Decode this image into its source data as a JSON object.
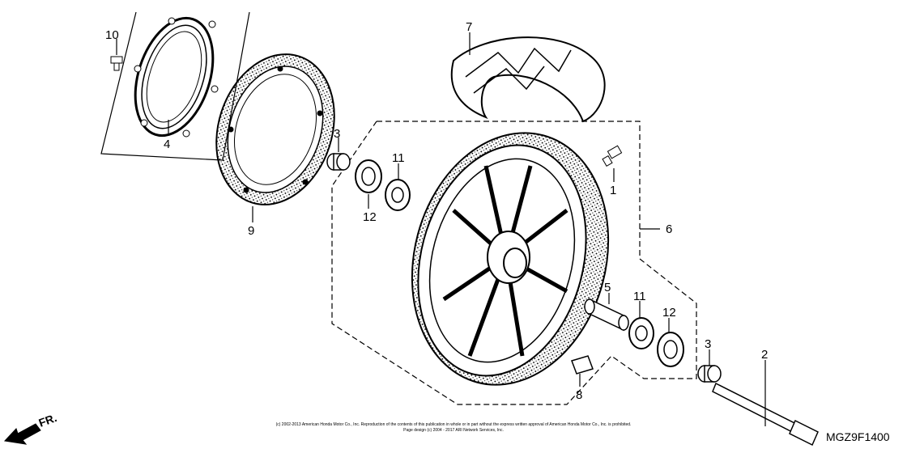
{
  "parts": [
    {
      "ref": "1",
      "part": "valve"
    },
    {
      "ref": "2",
      "part": "axle"
    },
    {
      "ref": "3",
      "part": "collar"
    },
    {
      "ref": "3",
      "part": "collar"
    },
    {
      "ref": "4",
      "part": "pulser ring"
    },
    {
      "ref": "5",
      "part": "distance collar"
    },
    {
      "ref": "6",
      "part": "wheel"
    },
    {
      "ref": "7",
      "part": "tire"
    },
    {
      "ref": "8",
      "part": "balance weight"
    },
    {
      "ref": "9",
      "part": "brake disc"
    },
    {
      "ref": "10",
      "part": "bolt"
    },
    {
      "ref": "11",
      "part": "bearing"
    },
    {
      "ref": "11",
      "part": "bearing"
    },
    {
      "ref": "12",
      "part": "dust seal"
    },
    {
      "ref": "12",
      "part": "dust seal"
    }
  ],
  "direction_label": "FR.",
  "diagram_code": "MGZ9F1400",
  "copyright": [
    "(c) 2002-2013 American Honda Motor Co., Inc. Reproduction of the contents of this publication in whole or in part without the express written approval of American Honda Motor Co., Inc. is prohibited.",
    "Page design (c) 2004 - 2017 ARI Network Services, Inc."
  ],
  "colors": {
    "ink": "#000000",
    "paper": "#ffffff"
  }
}
